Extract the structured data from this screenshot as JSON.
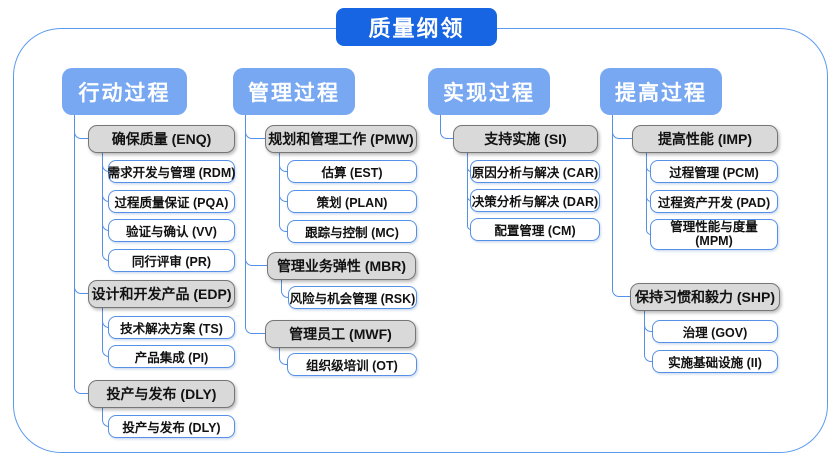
{
  "title": "质量纲领",
  "colors": {
    "title_bg": "#1765e3",
    "header_bg": "#78a8f2",
    "group_fill": "#d9d9d9",
    "group_border": "#767676",
    "leaf_border": "#5590e8",
    "connector": "#5590e8",
    "frame_border": "#5b9bf0",
    "text": "#111111"
  },
  "columns": [
    {
      "header": "行动过程",
      "groups": [
        {
          "label": "确保质量 (ENQ)",
          "children": [
            "需求开发与管理 (RDM)",
            "过程质量保证 (PQA)",
            "验证与确认 (VV)",
            "同行评审 (PR)"
          ]
        },
        {
          "label": "设计和开发产品 (EDP)",
          "children": [
            "技术解决方案 (TS)",
            "产品集成 (PI)"
          ]
        },
        {
          "label": "投产与发布 (DLY)",
          "children": [
            "投产与发布 (DLY)"
          ]
        }
      ]
    },
    {
      "header": "管理过程",
      "groups": [
        {
          "label": "规划和管理工作 (PMW)",
          "children": [
            "估算 (EST)",
            "策划 (PLAN)",
            "跟踪与控制 (MC)"
          ]
        },
        {
          "label": "管理业务弹性 (MBR)",
          "children": [
            "风险与机会管理 (RSK)"
          ]
        },
        {
          "label": "管理员工 (MWF)",
          "children": [
            "组织级培训 (OT)"
          ]
        }
      ]
    },
    {
      "header": "实现过程",
      "groups": [
        {
          "label": "支持实施 (SI)",
          "children": [
            "原因分析与解决 (CAR)",
            "决策分析与解决 (DAR)",
            "配置管理 (CM)"
          ]
        }
      ]
    },
    {
      "header": "提高过程",
      "groups": [
        {
          "label": "提高性能 (IMP)",
          "children": [
            "过程管理 (PCM)",
            "过程资产开发 (PAD)",
            "管理性能与度量 (MPM)"
          ]
        },
        {
          "label": "保持习惯和毅力 (SHP)",
          "children": [
            "治理 (GOV)",
            "实施基础设施 (II)"
          ]
        }
      ]
    }
  ]
}
